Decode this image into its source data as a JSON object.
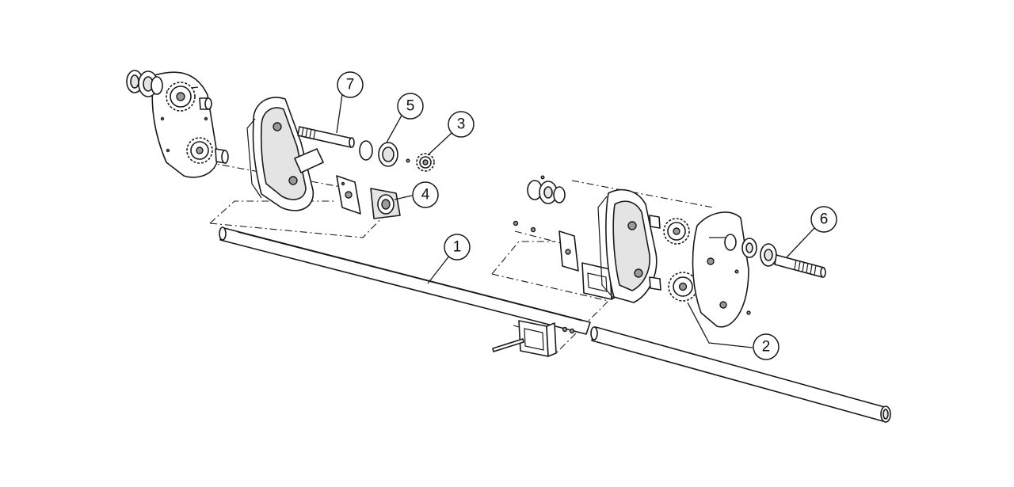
{
  "callouts": [
    {
      "number": "1",
      "part": "main-shaft"
    },
    {
      "number": "2",
      "part": "sprocket-right-lower"
    },
    {
      "number": "3",
      "part": "sprocket-small"
    },
    {
      "number": "4",
      "part": "bearing-flange"
    },
    {
      "number": "5",
      "part": "washer-collar"
    },
    {
      "number": "6",
      "part": "splined-shaft-right"
    },
    {
      "number": "7",
      "part": "splined-shaft-left"
    }
  ]
}
